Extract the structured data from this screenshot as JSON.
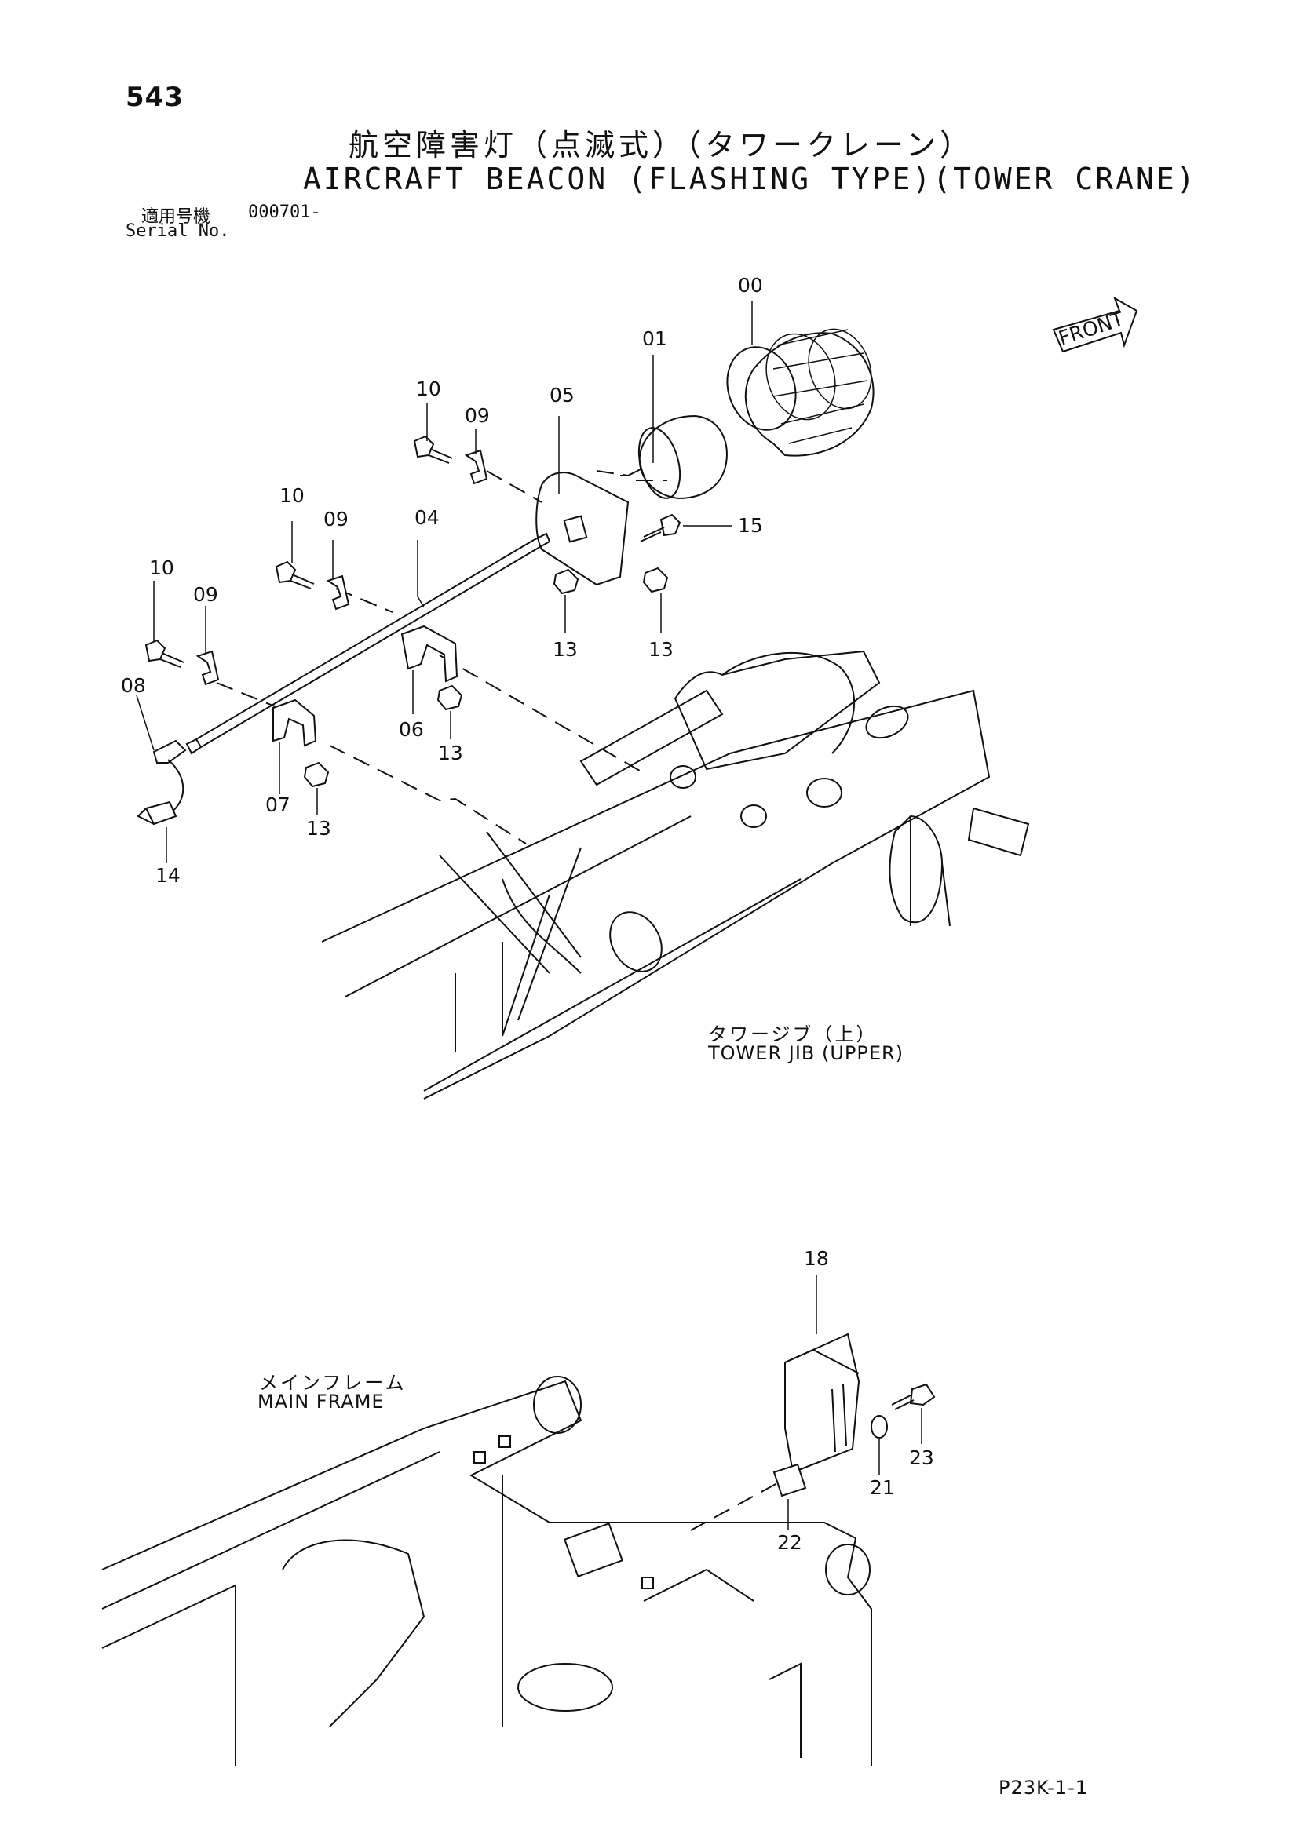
{
  "header": {
    "page_number": "543",
    "title_jp": "航空障害灯（点滅式）（タワークレーン）",
    "title_en": "AIRCRAFT BEACON (FLASHING TYPE)(TOWER CRANE)",
    "serial_label_jp": "適用号機",
    "serial_value": "000701-",
    "serial_label_en": "Serial No."
  },
  "front_arrow_label": "FRONT",
  "callouts": {
    "c00": "00",
    "c01": "01",
    "c05": "05",
    "c10a": "10",
    "c09a": "09",
    "c10b": "10",
    "c09b": "09",
    "c04": "04",
    "c10c": "10",
    "c09c": "09",
    "c15": "15",
    "c13a": "13",
    "c13b": "13",
    "c06": "06",
    "c13c": "13",
    "c08": "08",
    "c07": "07",
    "c13d": "13",
    "c14": "14",
    "c18": "18",
    "c21": "21",
    "c22": "22",
    "c23": "23"
  },
  "labels": {
    "tower_jib_jp": "タワージブ（上）",
    "tower_jib_en": "TOWER JIB (UPPER)",
    "main_frame_jp": "メインフレーム",
    "main_frame_en": "MAIN FRAME"
  },
  "footer": {
    "page_code": "P23K-1-1"
  }
}
